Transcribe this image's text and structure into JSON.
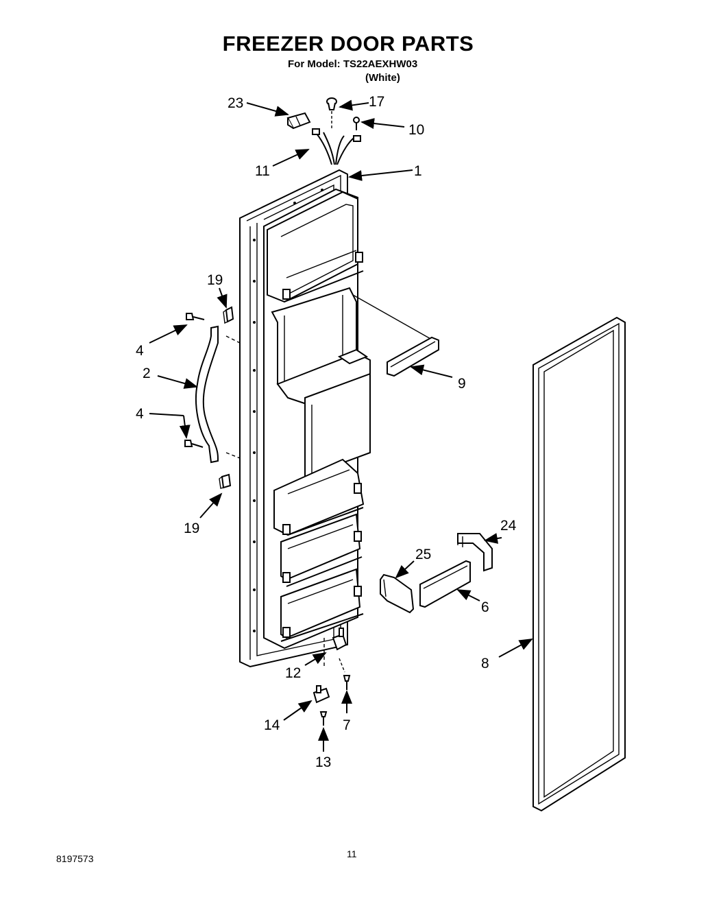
{
  "header": {
    "title": "FREEZER DOOR PARTS",
    "model_line": "For Model: TS22AEXHW03",
    "variant": "(White)"
  },
  "footer": {
    "doc_number": "8197573",
    "page_number": "11"
  },
  "callouts": {
    "c23": "23",
    "c17": "17",
    "c10": "10",
    "c11": "11",
    "c1": "1",
    "c19a": "19",
    "c4a": "4",
    "c2": "2",
    "c9": "9",
    "c4b": "4",
    "c19b": "19",
    "c24": "24",
    "c25": "25",
    "c6": "6",
    "c8": "8",
    "c12": "12",
    "c14": "14",
    "c7": "7",
    "c13": "13"
  }
}
